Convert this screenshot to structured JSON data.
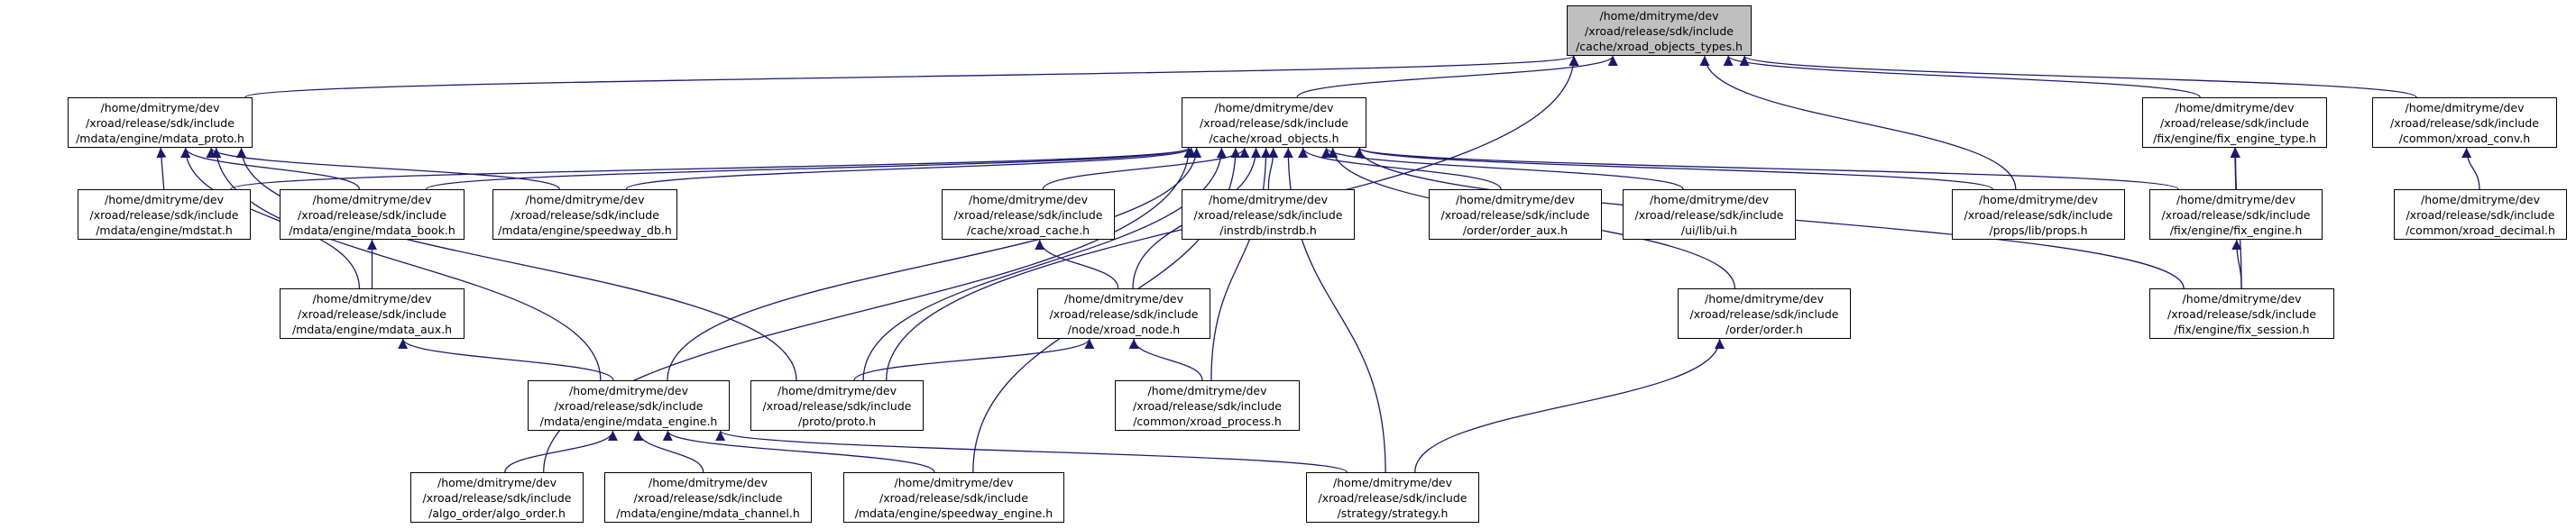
{
  "colors": {
    "edge": "#191970",
    "root_fill": "#bfbfbf",
    "node_fill": "#ffffff"
  },
  "nodes": {
    "xroad_objects_types": [
      "/home/dmitryme/dev",
      "/xroad/release/sdk/include",
      "/cache/xroad_objects_types.h"
    ],
    "mdata_proto": [
      "/home/dmitryme/dev",
      "/xroad/release/sdk/include",
      "/mdata/engine/mdata_proto.h"
    ],
    "xroad_objects": [
      "/home/dmitryme/dev",
      "/xroad/release/sdk/include",
      "/cache/xroad_objects.h"
    ],
    "fix_engine_type": [
      "/home/dmitryme/dev",
      "/xroad/release/sdk/include",
      "/fix/engine/fix_engine_type.h"
    ],
    "xroad_conv": [
      "/home/dmitryme/dev",
      "/xroad/release/sdk/include",
      "/common/xroad_conv.h"
    ],
    "mdstat": [
      "/home/dmitryme/dev",
      "/xroad/release/sdk/include",
      "/mdata/engine/mdstat.h"
    ],
    "mdata_book": [
      "/home/dmitryme/dev",
      "/xroad/release/sdk/include",
      "/mdata/engine/mdata_book.h"
    ],
    "speedway_db": [
      "/home/dmitryme/dev",
      "/xroad/release/sdk/include",
      "/mdata/engine/speedway_db.h"
    ],
    "xroad_cache": [
      "/home/dmitryme/dev",
      "/xroad/release/sdk/include",
      "/cache/xroad_cache.h"
    ],
    "instrdb": [
      "/home/dmitryme/dev",
      "/xroad/release/sdk/include",
      "/instrdb/instrdb.h"
    ],
    "order_aux": [
      "/home/dmitryme/dev",
      "/xroad/release/sdk/include",
      "/order/order_aux.h"
    ],
    "ui": [
      "/home/dmitryme/dev",
      "/xroad/release/sdk/include",
      "/ui/lib/ui.h"
    ],
    "props": [
      "/home/dmitryme/dev",
      "/xroad/release/sdk/include",
      "/props/lib/props.h"
    ],
    "fix_engine": [
      "/home/dmitryme/dev",
      "/xroad/release/sdk/include",
      "/fix/engine/fix_engine.h"
    ],
    "xroad_decimal": [
      "/home/dmitryme/dev",
      "/xroad/release/sdk/include",
      "/common/xroad_decimal.h"
    ],
    "mdata_aux": [
      "/home/dmitryme/dev",
      "/xroad/release/sdk/include",
      "/mdata/engine/mdata_aux.h"
    ],
    "xroad_node": [
      "/home/dmitryme/dev",
      "/xroad/release/sdk/include",
      "/node/xroad_node.h"
    ],
    "order": [
      "/home/dmitryme/dev",
      "/xroad/release/sdk/include",
      "/order/order.h"
    ],
    "fix_session": [
      "/home/dmitryme/dev",
      "/xroad/release/sdk/include",
      "/fix/engine/fix_session.h"
    ],
    "mdata_engine": [
      "/home/dmitryme/dev",
      "/xroad/release/sdk/include",
      "/mdata/engine/mdata_engine.h"
    ],
    "proto": [
      "/home/dmitryme/dev",
      "/xroad/release/sdk/include",
      "/proto/proto.h"
    ],
    "xroad_process": [
      "/home/dmitryme/dev",
      "/xroad/release/sdk/include",
      "/common/xroad_process.h"
    ],
    "algo_order": [
      "/home/dmitryme/dev",
      "/xroad/release/sdk/include",
      "/algo_order/algo_order.h"
    ],
    "mdata_channel": [
      "/home/dmitryme/dev",
      "/xroad/release/sdk/include",
      "/mdata/engine/mdata_channel.h"
    ],
    "speedway_engine": [
      "/home/dmitryme/dev",
      "/xroad/release/sdk/include",
      "/mdata/engine/speedway_engine.h"
    ],
    "strategy": [
      "/home/dmitryme/dev",
      "/xroad/release/sdk/include",
      "/strategy/strategy.h"
    ]
  },
  "edges": [
    [
      "mdata_proto",
      "xroad_objects_types"
    ],
    [
      "xroad_objects",
      "xroad_objects_types"
    ],
    [
      "fix_engine_type",
      "xroad_objects_types"
    ],
    [
      "xroad_conv",
      "xroad_objects_types"
    ],
    [
      "props",
      "xroad_objects_types"
    ],
    [
      "proto",
      "xroad_objects_types"
    ],
    [
      "mdstat",
      "mdata_proto"
    ],
    [
      "mdata_book",
      "mdata_proto"
    ],
    [
      "speedway_db",
      "mdata_proto"
    ],
    [
      "mdata_aux",
      "mdata_proto"
    ],
    [
      "mdata_engine",
      "mdata_proto"
    ],
    [
      "proto",
      "mdata_proto"
    ],
    [
      "mdstat",
      "xroad_objects"
    ],
    [
      "mdata_book",
      "xroad_objects"
    ],
    [
      "speedway_db",
      "xroad_objects"
    ],
    [
      "xroad_cache",
      "xroad_objects"
    ],
    [
      "instrdb",
      "xroad_objects"
    ],
    [
      "order_aux",
      "xroad_objects"
    ],
    [
      "ui",
      "xroad_objects"
    ],
    [
      "props",
      "xroad_objects"
    ],
    [
      "fix_engine",
      "xroad_objects"
    ],
    [
      "fix_session",
      "xroad_objects"
    ],
    [
      "xroad_node",
      "xroad_objects"
    ],
    [
      "order",
      "xroad_objects"
    ],
    [
      "mdata_engine",
      "xroad_objects"
    ],
    [
      "proto",
      "xroad_objects"
    ],
    [
      "xroad_process",
      "xroad_objects"
    ],
    [
      "algo_order",
      "xroad_objects"
    ],
    [
      "speedway_engine",
      "xroad_objects"
    ],
    [
      "strategy",
      "xroad_objects"
    ],
    [
      "fix_engine",
      "fix_engine_type"
    ],
    [
      "fix_session",
      "fix_engine_type"
    ],
    [
      "fix_session",
      "fix_engine"
    ],
    [
      "xroad_decimal",
      "xroad_conv"
    ],
    [
      "mdata_aux",
      "mdata_book"
    ],
    [
      "xroad_node",
      "xroad_cache"
    ],
    [
      "mdata_engine",
      "mdata_aux"
    ],
    [
      "proto",
      "xroad_node"
    ],
    [
      "xroad_process",
      "xroad_node"
    ],
    [
      "strategy",
      "order"
    ],
    [
      "algo_order",
      "mdata_engine"
    ],
    [
      "mdata_channel",
      "mdata_engine"
    ],
    [
      "speedway_engine",
      "mdata_engine"
    ],
    [
      "strategy",
      "mdata_engine"
    ]
  ]
}
